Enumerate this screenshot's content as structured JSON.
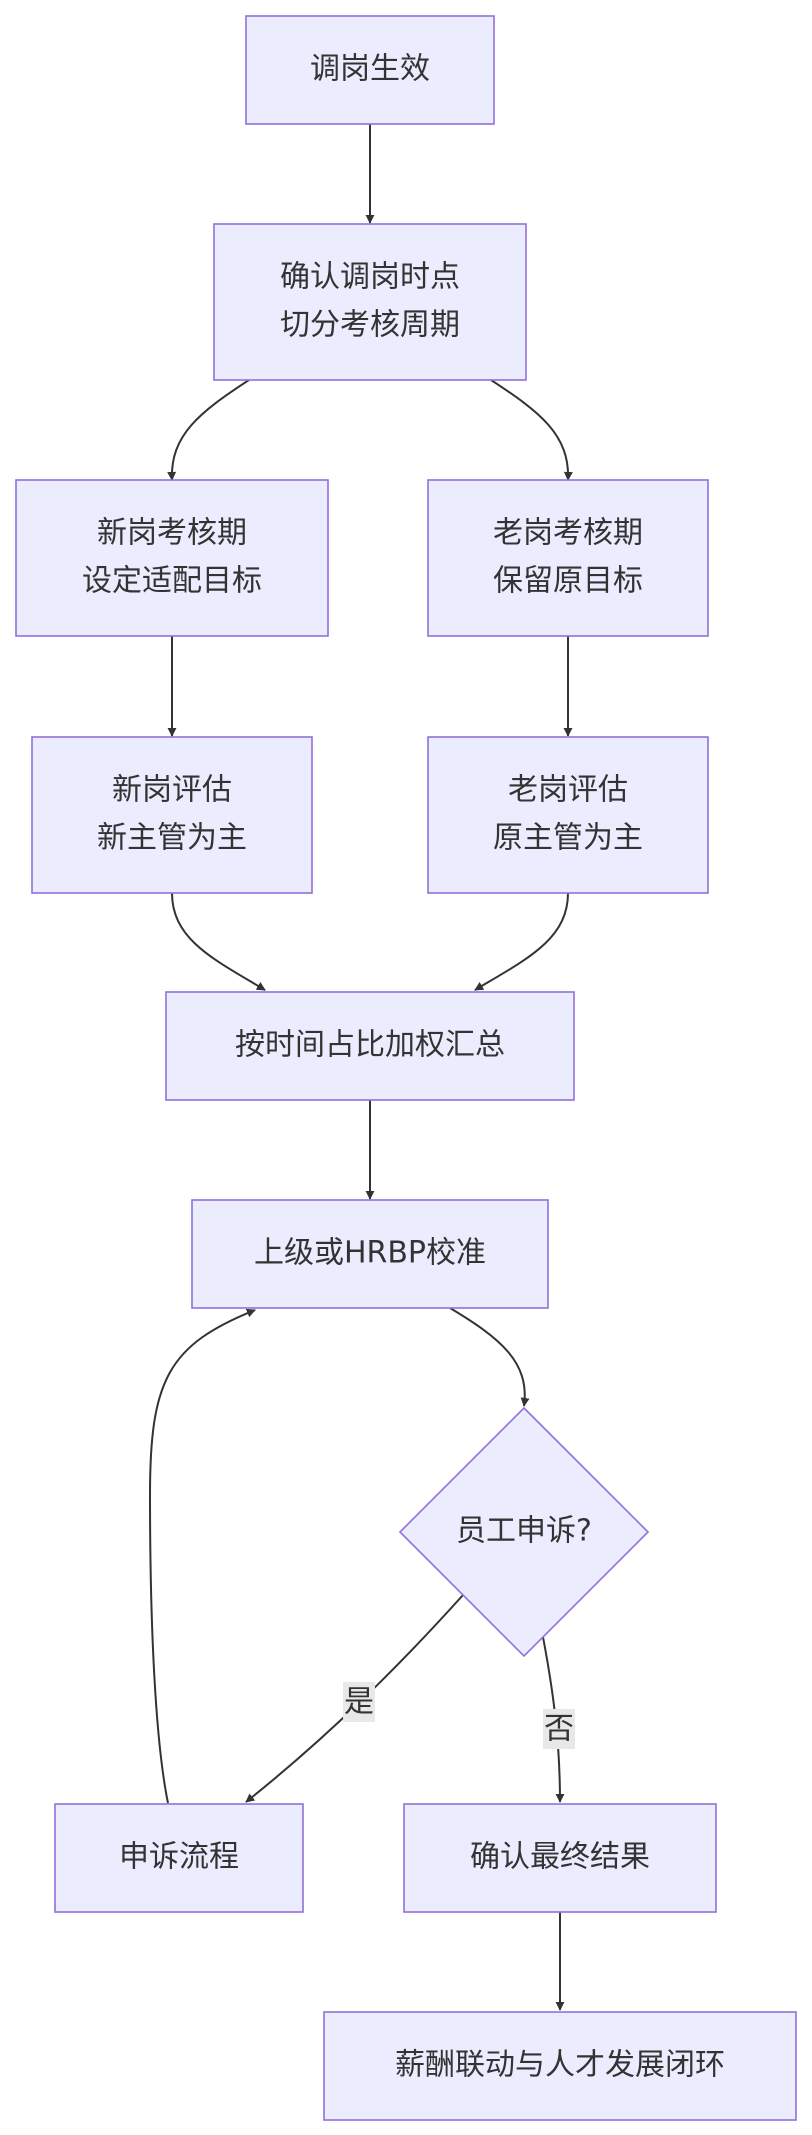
{
  "nodes": {
    "effective": {
      "lines": [
        "调岗生效"
      ]
    },
    "confirm": {
      "lines": [
        "确认调岗时点",
        "切分考核周期"
      ]
    },
    "new_period": {
      "lines": [
        "新岗考核期",
        "设定适配目标"
      ]
    },
    "old_period": {
      "lines": [
        "老岗考核期",
        "保留原目标"
      ]
    },
    "new_eval": {
      "lines": [
        "新岗评估",
        "新主管为主"
      ]
    },
    "old_eval": {
      "lines": [
        "老岗评估",
        "原主管为主"
      ]
    },
    "weighted": {
      "lines": [
        "按时间占比加权汇总"
      ]
    },
    "calibrate": {
      "lines": [
        "上级或HRBP校准"
      ]
    },
    "appeal_q": {
      "lines": [
        "员工申诉?"
      ]
    },
    "appeal_flow": {
      "lines": [
        "申诉流程"
      ]
    },
    "final": {
      "lines": [
        "确认最终结果"
      ]
    },
    "closed_loop": {
      "lines": [
        "薪酬联动与人才发展闭环"
      ]
    }
  },
  "edge_labels": {
    "yes": "是",
    "no": "否"
  },
  "colors": {
    "node_fill": "#ececff",
    "node_stroke": "#9370db",
    "edge": "#333333",
    "text": "#333333",
    "label_bg": "#e8e8e8"
  }
}
